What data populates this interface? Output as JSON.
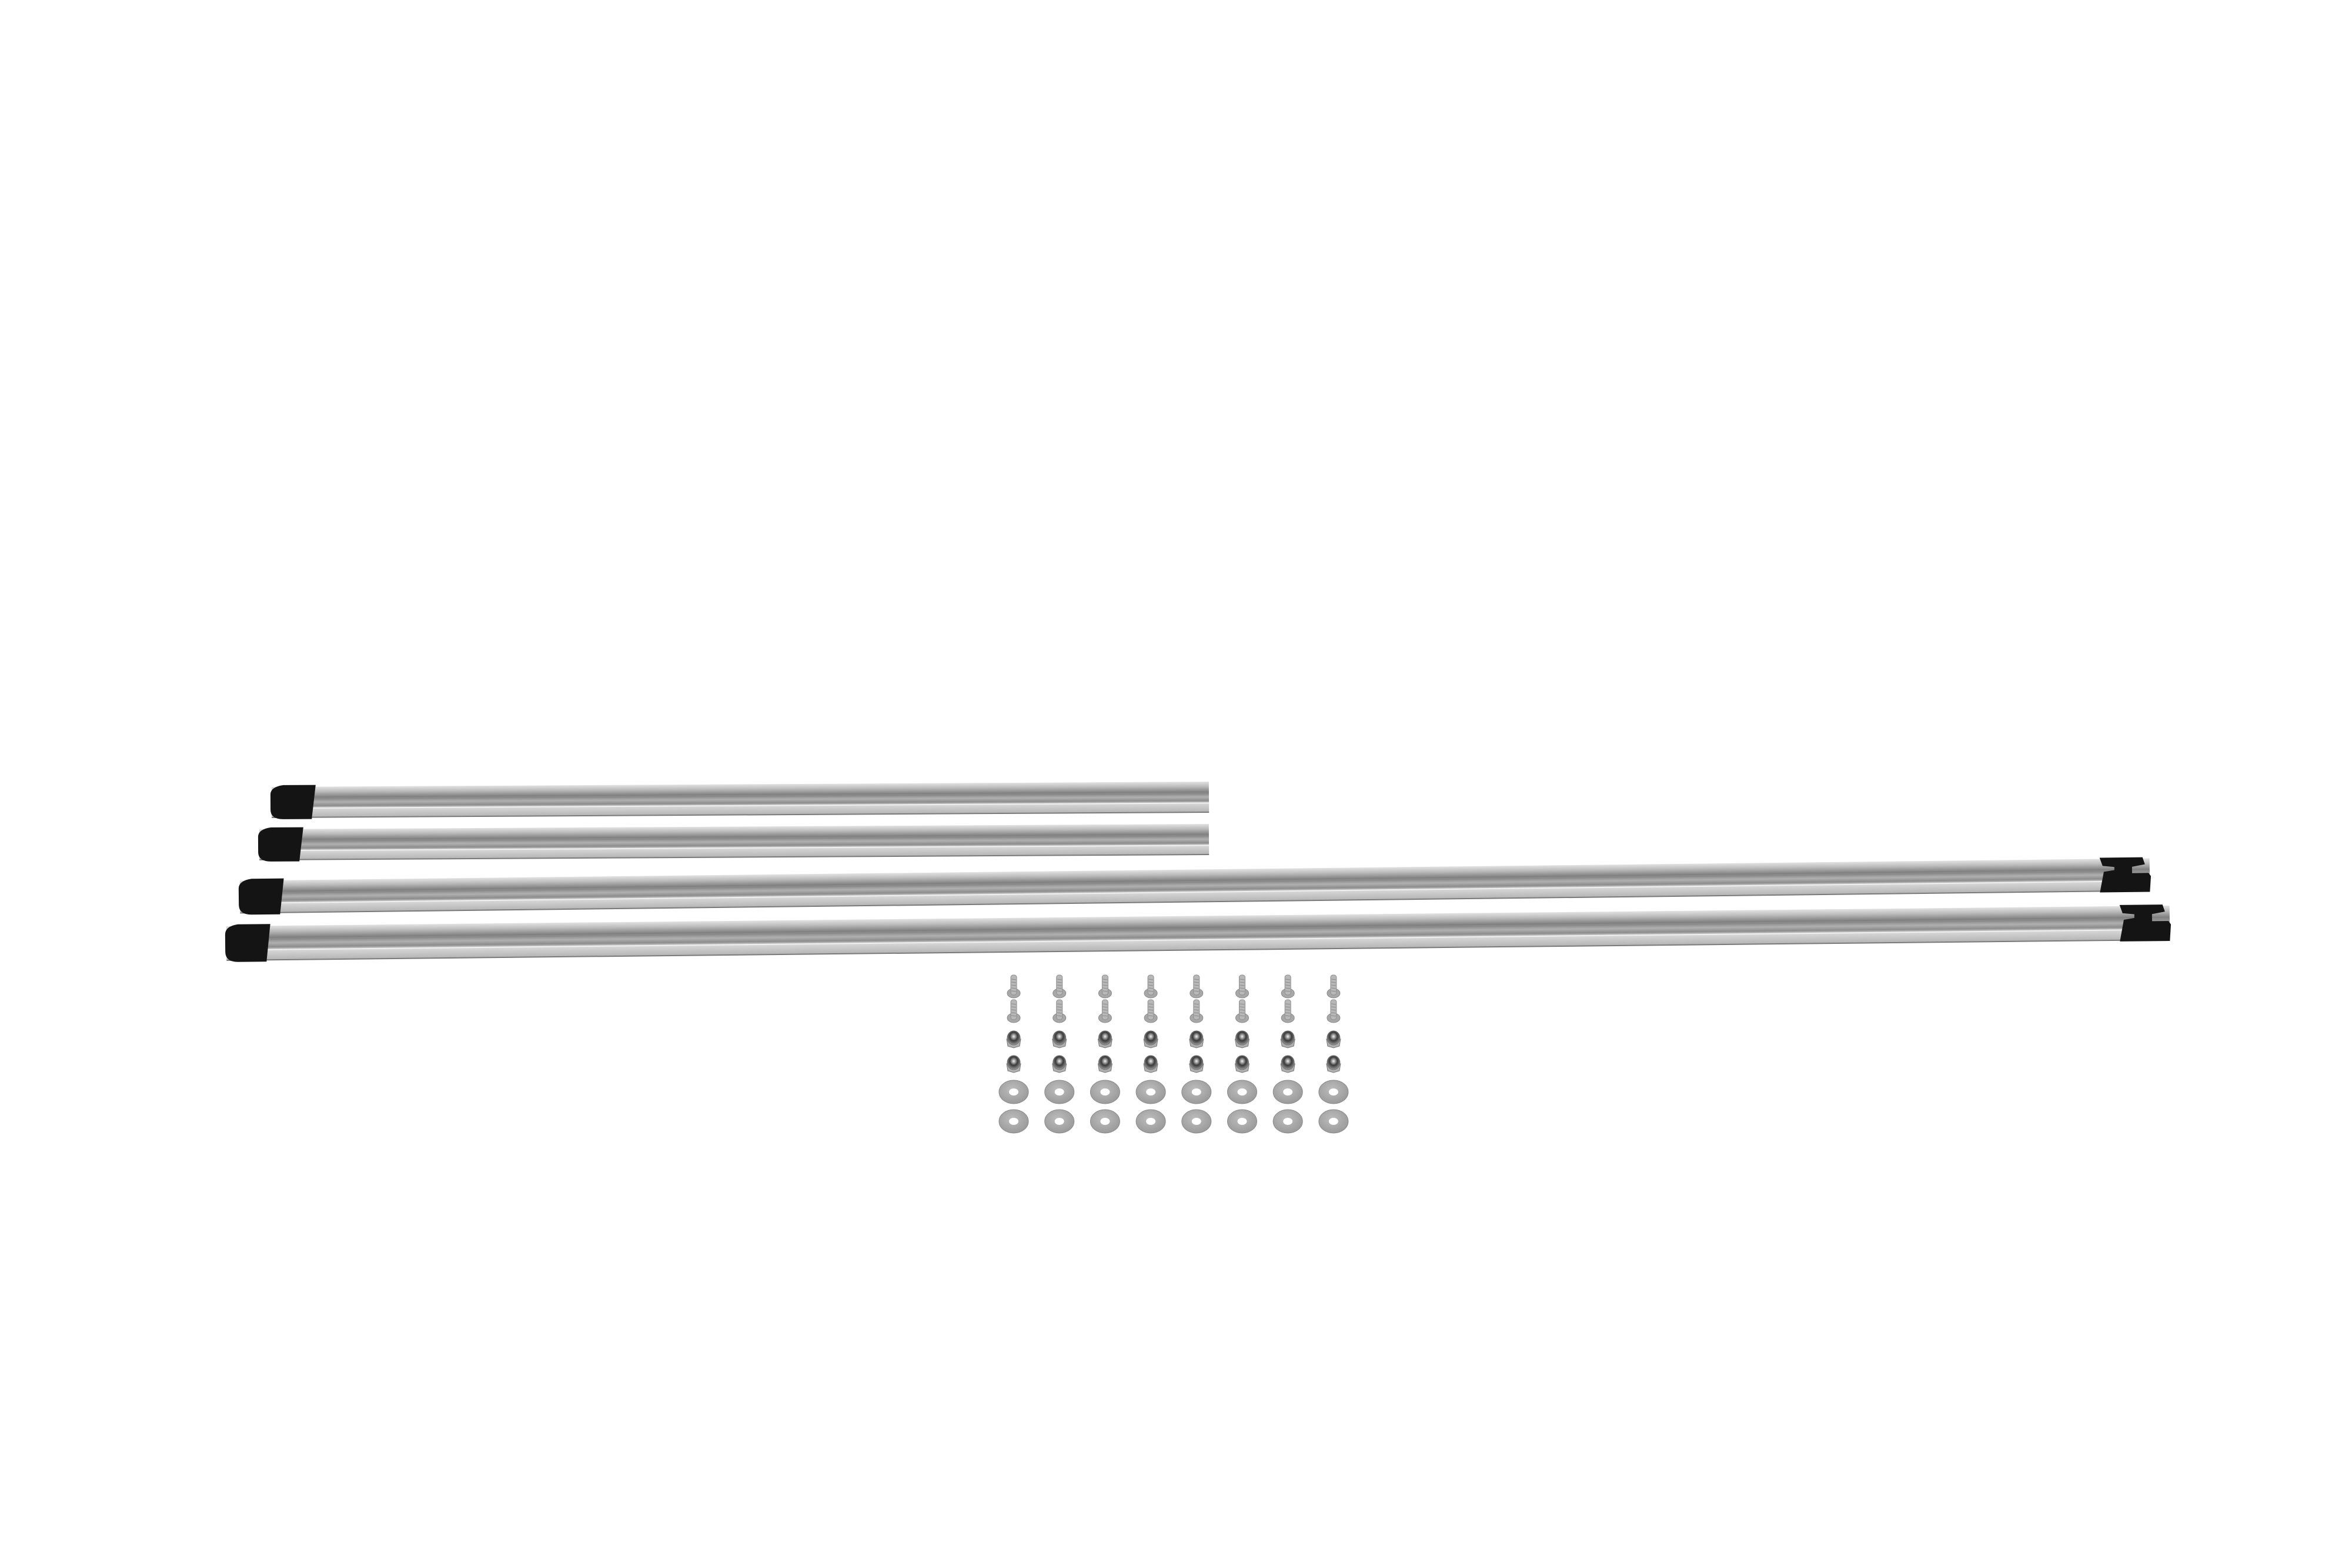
{
  "scene": {
    "background_color": "#ffffff",
    "rail_color": "#c4c4c4",
    "rail_channel_color": "#8a8a8a",
    "end_cap_color": "#141414",
    "hardware_color": "#b8b8b8",
    "washer_color": "#a9a9a9"
  },
  "rails": [
    {
      "kind": "short-rail",
      "end_caps": [
        "left"
      ]
    },
    {
      "kind": "short-rail",
      "end_caps": [
        "left"
      ]
    },
    {
      "kind": "long-rail",
      "end_caps": [
        "left",
        "right"
      ]
    },
    {
      "kind": "long-rail",
      "end_caps": [
        "left",
        "right"
      ]
    }
  ],
  "hardware": {
    "columns": 8,
    "rows": [
      "bolt",
      "bolt",
      "lock-nut",
      "lock-nut",
      "washer",
      "washer"
    ]
  }
}
